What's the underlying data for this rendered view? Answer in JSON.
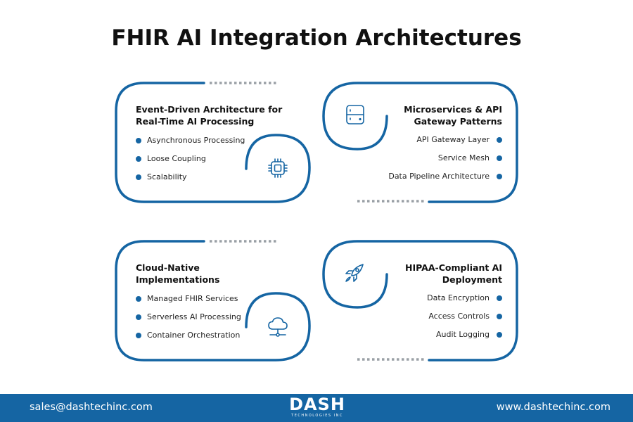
{
  "title": "FHIR AI Integration Architectures",
  "colors": {
    "accent": "#1565a3",
    "dots_gray": "#9aa0a6",
    "text": "#111111"
  },
  "cards": [
    {
      "title_line1": "Event-Driven Architecture for",
      "title_line2": "Real-Time AI Processing",
      "items": [
        "Asynchronous Processing",
        "Loose Coupling",
        "Scalability"
      ],
      "icon": "chip-icon"
    },
    {
      "title_line1": "Microservices & API",
      "title_line2": "Gateway Patterns",
      "items": [
        "API Gateway Layer",
        "Service Mesh",
        "Data Pipeline Architecture"
      ],
      "icon": "server-icon"
    },
    {
      "title_line1": "Cloud-Native",
      "title_line2": "Implementations",
      "items": [
        "Managed FHIR Services",
        "Serverless AI Processing",
        "Container Orchestration"
      ],
      "icon": "cloud-network-icon"
    },
    {
      "title_line1": "HIPAA-Compliant AI",
      "title_line2": "Deployment",
      "items": [
        "Data Encryption",
        "Access Controls",
        "Audit Logging"
      ],
      "icon": "rocket-icon"
    }
  ],
  "footer": {
    "email": "sales@dashtechinc.com",
    "website": "www.dashtechinc.com",
    "logo_text": "DASH",
    "logo_subtext": "TECHNOLOGIES INC"
  }
}
